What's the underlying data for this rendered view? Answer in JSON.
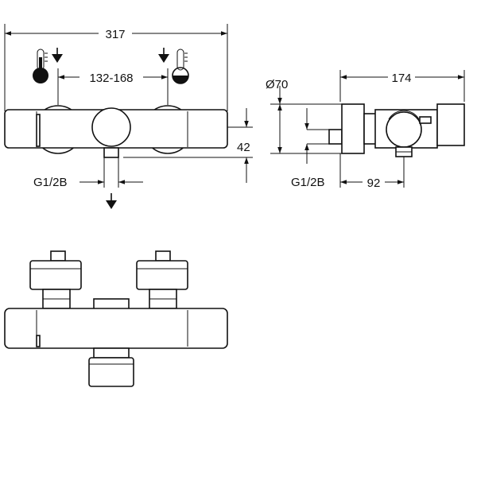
{
  "drawing": {
    "dimensions": {
      "overall_width": "317",
      "inlet_spacing": "132-168",
      "height": "42",
      "diameter": "Ø70",
      "depth": "174",
      "outlet_offset": "92",
      "thread_front": "G1/2B",
      "thread_side": "G1/2B"
    },
    "icons": [
      "hot-thermometer-icon",
      "cold-thermometer-icon",
      "flow-arrow-icon"
    ],
    "colors": {
      "line": "#111111",
      "background": "#ffffff"
    }
  }
}
